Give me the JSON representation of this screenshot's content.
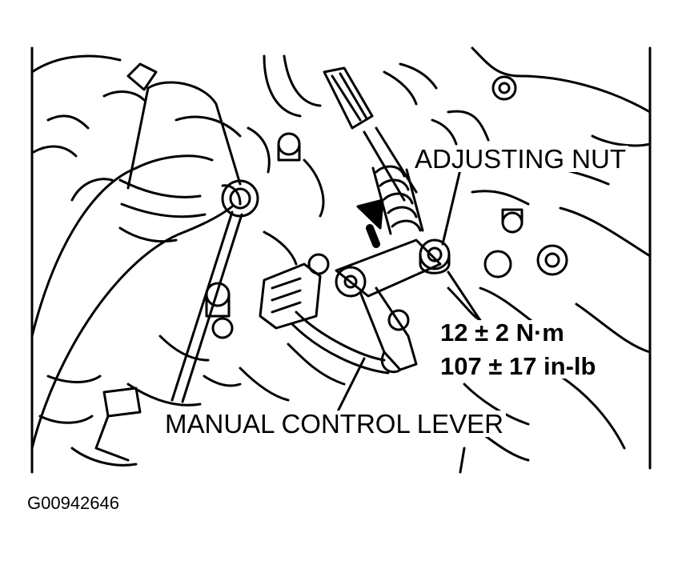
{
  "labels": {
    "adjusting_nut": "ADJUSTING NUT",
    "torque_nm": "12 ± 2 N·m",
    "torque_inlb": "107 ± 17 in-lb",
    "manual_control_lever": "MANUAL CONTROL LEVER"
  },
  "figure_id": "G00942646",
  "colors": {
    "line": "#000000",
    "background": "#ffffff"
  }
}
